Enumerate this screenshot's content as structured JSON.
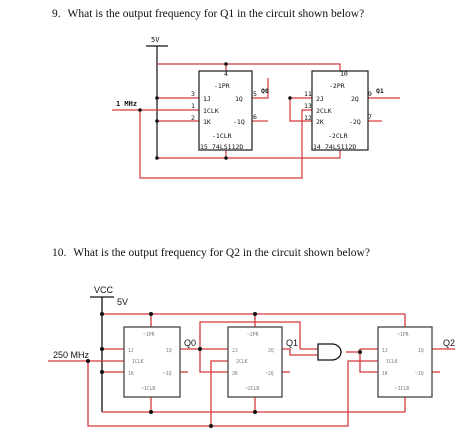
{
  "q9": {
    "number": "9.",
    "text": "What is the output frequency for Q1 in the circuit shown below?",
    "supply": "5V",
    "clock": "1 MHz",
    "ic1": {
      "pin4": "4",
      "pin3": "3",
      "pin1": "1",
      "pin2": "2",
      "pin6": "6",
      "pin5": "5",
      "pin15": "15",
      "pre": "-1PR",
      "j": "1J",
      "clk": "1CLK",
      "k": "1K",
      "q": "1Q",
      "qn": "-1Q",
      "clr": "-1CLR",
      "part": "74LS112D",
      "out": "Q0"
    },
    "ic2": {
      "pin10": "10",
      "pin11": "11",
      "pin13": "13",
      "pin12": "12",
      "pin9": "9",
      "pin7": "7",
      "pin14": "14",
      "pre": "-2PR",
      "j": "2J",
      "clk": "2CLK",
      "k": "2K",
      "q": "2Q",
      "qn": "-2Q",
      "clr": "-2CLR",
      "part": "74LS112D",
      "out": "Q1"
    }
  },
  "q10": {
    "number": "10.",
    "text": "What is the output frequency for Q2 in the circuit shown below?",
    "vcc": "VCC",
    "supply": "5V",
    "clock": "250 MHz",
    "ff1": {
      "pre": "~1PR",
      "j": "1J",
      "clk": "1CLK",
      "k": "1K",
      "q": "1Q",
      "qn": "~1Q",
      "clr": "~1CLR",
      "out": "Q0"
    },
    "ff2": {
      "pre": "~2PR",
      "j": "2J",
      "clk": "2CLK",
      "k": "2K",
      "q": "2Q",
      "qn": "~2Q",
      "clr": "~2CLR",
      "out": "Q1"
    },
    "ff3": {
      "pre": "~1PR",
      "j": "1J",
      "clk": "1CLK",
      "k": "1K",
      "q": "1Q",
      "qn": "~1Q",
      "clr": "~1CLR",
      "out": "Q2"
    }
  },
  "colors": {
    "wire": "#d7383a",
    "box": "#1a1a1a",
    "node": "#111111",
    "faded": "#7a7a7a"
  }
}
